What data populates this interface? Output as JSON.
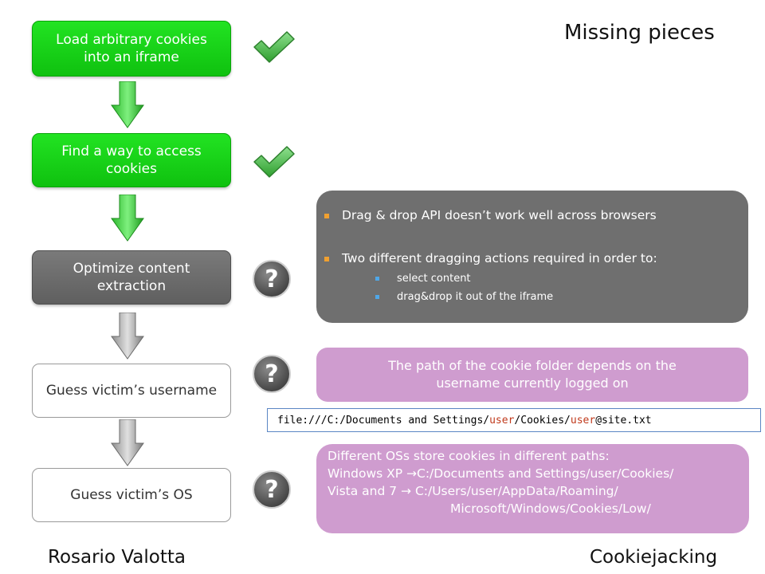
{
  "title": "Missing pieces",
  "steps": [
    {
      "label": "Load arbitrary cookies into an iframe",
      "status": "done"
    },
    {
      "label": "Find a way to access cookies",
      "status": "done"
    },
    {
      "label": "Optimize content extraction",
      "status": "unknown"
    },
    {
      "label": "Guess victim’s username",
      "status": "unknown"
    },
    {
      "label": "Guess victim’s OS",
      "status": "unknown"
    }
  ],
  "callouts": {
    "extraction": {
      "bullets": [
        "Drag & drop API doesn’t work well across browsers",
        "Two different dragging actions required in order to:"
      ],
      "sub_bullets": [
        "select content",
        "drag&drop it out of the iframe"
      ]
    },
    "username": {
      "text": "The path of the cookie folder depends on the username currently logged on",
      "path_parts": [
        "file:///C:/Documents and Settings/",
        "user",
        "/Cookies/",
        "user",
        "@site.txt"
      ]
    },
    "os": {
      "lines": [
        "Different OSs store cookies in different paths:",
        "Windows XP →C:/Documents and Settings/user/Cookies/",
        "Vista and 7 → C:/Users/user/AppData/Roaming/",
        "Microsoft/Windows/Cookies/Low/"
      ]
    }
  },
  "footer": {
    "author": "Rosario Valotta",
    "topic": "Cookiejacking"
  },
  "colors": {
    "done": "#15d215",
    "pending": "#666666",
    "highlight": "#c0391b",
    "callout_pink": "#cf9ccf",
    "callout_gray": "#6f6f6f"
  },
  "icons": {
    "done": "check-mark-icon",
    "unknown": "question-mark-icon",
    "flow": "down-arrow-icon"
  }
}
